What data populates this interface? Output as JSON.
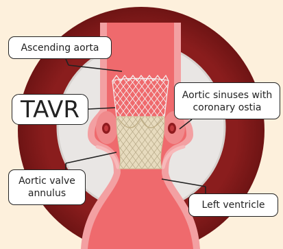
{
  "labels": {
    "ascending_aorta": "Ascending aorta",
    "tavr": "TAVR",
    "aortic_sinuses": "Aortic sinuses with\ncoronary ostia",
    "aortic_valve_annulus": "Aortic valve\nannulus",
    "left_ventricle": "Left ventricle"
  },
  "colors": {
    "background": "#fdf0dc",
    "outer_ring": "#8a1d1d",
    "inner_disc": "#e8e4e2",
    "vessel_wall": "#f4a3a3",
    "vessel_lumen": "#ef6b6e",
    "stent_frame": "#f2f2f2",
    "valve_leaflets": "#e8dcc0",
    "coronary_ostia": "#a81e23"
  }
}
